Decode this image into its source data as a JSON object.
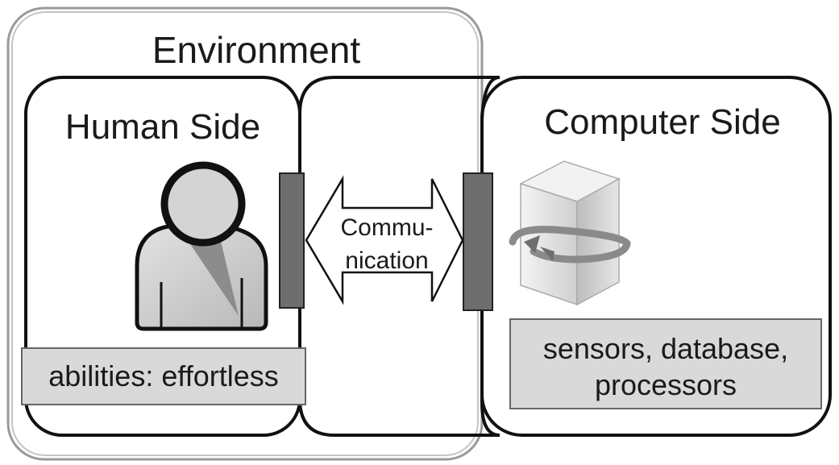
{
  "environment": {
    "label": "Environment"
  },
  "human_side": {
    "title": "Human Side",
    "ability_label": "abilities: effortless",
    "icon": "user-icon"
  },
  "communication": {
    "label_line1": "Commu-",
    "label_line2": "nication",
    "icon": "double-arrow-icon"
  },
  "computer_side": {
    "title": "Computer Side",
    "resources_line1": "sensors, database,",
    "resources_line2": "processors",
    "icon": "server-icon"
  },
  "colors": {
    "box_stroke": "#111111",
    "environment_stroke": "#9a9a9a",
    "label_fill": "#d9d9d9",
    "interface_bar": "#6e6e6e",
    "person_body": "#cfcfcf",
    "server_body": "#e6e6e6"
  }
}
